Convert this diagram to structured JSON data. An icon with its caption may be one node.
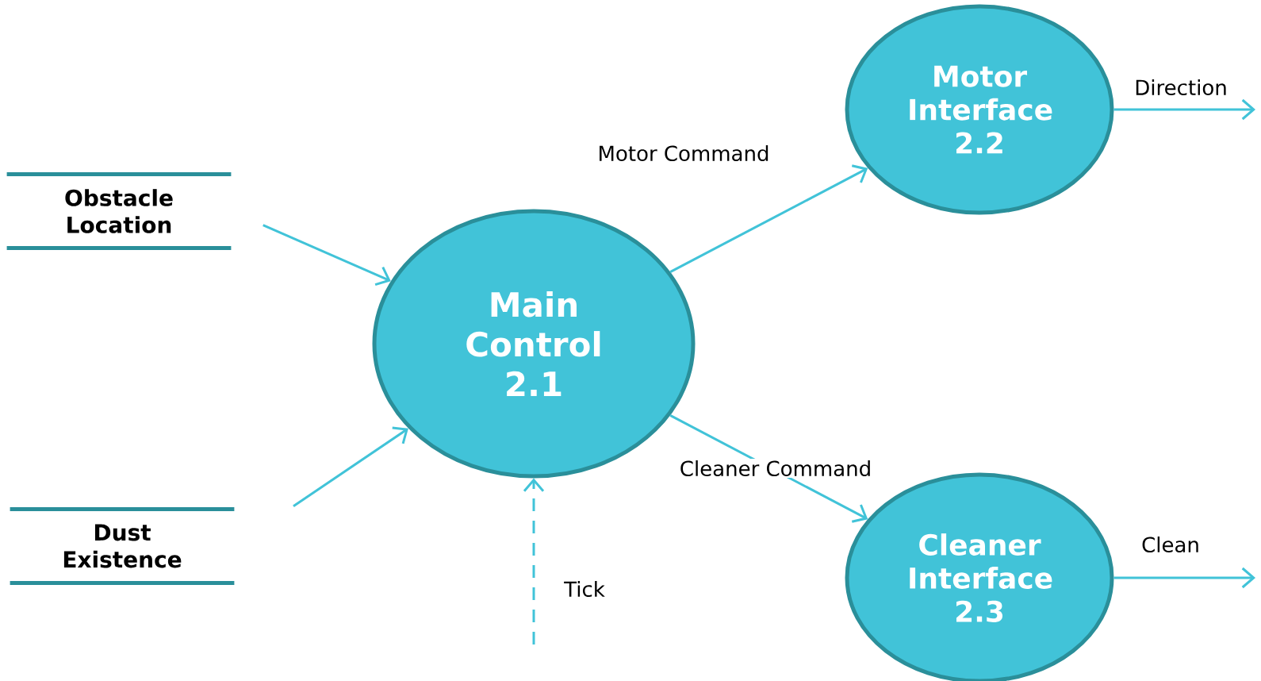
{
  "diagram": {
    "nodes": [
      {
        "text": [
          "Obstacle Location"
        ]
      },
      {
        "text": [
          "Dust Existence"
        ]
      },
      {
        "text": [
          "Main Control 2.1"
        ]
      },
      {
        "text": [
          "Motor Interface 2.2"
        ]
      },
      {
        "text": [
          "Cleaner Interface 2.3"
        ]
      }
    ],
    "edges": [
      {
        "from": 0,
        "to": 2,
        "arrow": "to"
      },
      {
        "from": 1,
        "to": 2,
        "arrow": "to"
      },
      {
        "from": 2,
        "to": 3,
        "arrow": "to",
        "label": "Motor Command"
      },
      {
        "from": 2,
        "to": 4,
        "arrow": "to",
        "label": "Cleaner Command"
      },
      {
        "from": null,
        "to": 2,
        "arrow": "to",
        "label": "Tick",
        "style": "dashed"
      },
      {
        "from": 3,
        "to": null,
        "arrow": "to",
        "label": "Direction"
      },
      {
        "from": 4,
        "to": null,
        "arrow": "to",
        "label": "Clean"
      }
    ]
  }
}
